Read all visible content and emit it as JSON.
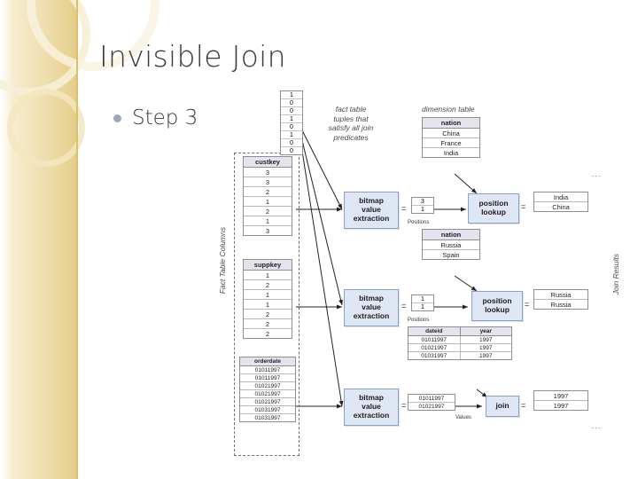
{
  "slide": {
    "title": "Invisible Join",
    "bullet": "Step 3"
  },
  "figure": {
    "labels": {
      "fact_table_columns": "Fact Table Columns",
      "fact_note": "fact table\ntuples that\nsatisfy all join\npredicates",
      "dimension_table": "dimension table",
      "join_results": "Join Results",
      "positions1": "Positions",
      "positions2": "Positions",
      "values": "Values"
    },
    "bitvector": [
      "1",
      "0",
      "0",
      "1",
      "0",
      "1",
      "0",
      "0"
    ],
    "columns": [
      {
        "header": "custkey",
        "values": [
          "3",
          "3",
          "2",
          "1",
          "2",
          "1",
          "3"
        ]
      },
      {
        "header": "suppkey",
        "values": [
          "1",
          "2",
          "1",
          "1",
          "2",
          "2",
          "2"
        ]
      },
      {
        "header": "orderdate",
        "values": [
          "01011997",
          "01011997",
          "01021997",
          "01021997",
          "01021997",
          "01031997",
          "01031997"
        ]
      }
    ],
    "extract_boxes": [
      "bitmap\nvalue\nextraction",
      "bitmap\nvalue\nextraction",
      "bitmap\nvalue\nextraction"
    ],
    "position_vectors": [
      [
        "3",
        "1"
      ],
      [
        "1",
        "1"
      ]
    ],
    "value_vector": [
      "01011997",
      "01021997"
    ],
    "lookup_boxes": [
      "position\nlookup",
      "position\nlookup",
      "join"
    ],
    "dim_tables": [
      {
        "header": "nation",
        "values": [
          "China",
          "France",
          "India"
        ]
      },
      {
        "header": "nation",
        "values": [
          "Russia",
          "Spain"
        ]
      },
      {
        "header": "dateid",
        "header2": "year",
        "rows": [
          [
            "01011997",
            "1997"
          ],
          [
            "01021997",
            "1997"
          ],
          [
            "01031997",
            "1997"
          ]
        ]
      }
    ],
    "results": [
      {
        "values": [
          "India",
          "China"
        ]
      },
      {
        "values": [
          "Russia",
          "Russia"
        ]
      },
      {
        "values": [
          "1997",
          "1997"
        ]
      }
    ],
    "equals": [
      "=",
      "=",
      "=",
      "=",
      "=",
      "="
    ]
  },
  "colors": {
    "accent": "#e3cb84",
    "box_fill": "#dfe7f5",
    "header_fill": "#e4e4ef"
  }
}
